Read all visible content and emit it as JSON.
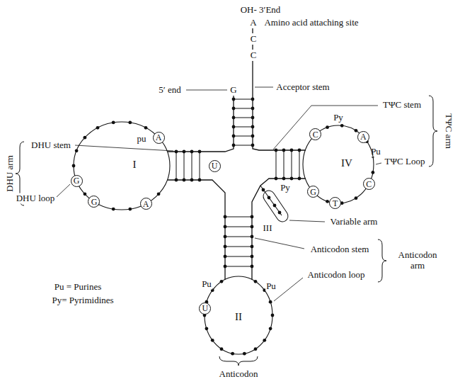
{
  "diagram": {
    "nodes": [
      {
        "text": [
          "I"
        ]
      },
      {
        "text": [
          "A"
        ],
        "in": 0
      },
      {
        "text": [
          "G"
        ],
        "in": 0
      },
      {
        "text": [
          "G"
        ],
        "in": 0
      },
      {
        "text": [
          "A"
        ],
        "in": 0
      },
      {
        "text": [
          "U"
        ]
      },
      {
        "text": [
          "IV"
        ]
      },
      {
        "text": [
          "C"
        ],
        "in": 6
      },
      {
        "text": [
          "A"
        ],
        "in": 6
      },
      {
        "text": [
          "C"
        ],
        "in": 6
      },
      {
        "text": [
          "T"
        ],
        "in": 6
      },
      {
        "text": [
          "G"
        ],
        "in": 6
      },
      {
        "text": [
          "II"
        ]
      },
      {
        "text": [
          "U"
        ],
        "in": 12
      }
    ],
    "labels": [
      "OH- 3′End",
      "A",
      "Amino acid attaching site",
      "C",
      "C",
      "G",
      "5′ end",
      "Acceptor stem",
      "DHU stem",
      "DHU arm",
      "DHU loop",
      "pu",
      "TΨC stem",
      "TΨC arm",
      "Py",
      "Pu",
      "TΨC Loop",
      "Py",
      "III",
      "Variable arm",
      "Pu = Purines",
      "Py= Pyrimidines",
      "Anticodon stem",
      "Anticodon arm",
      "Anticodon loop",
      "Pu",
      "Pu",
      "Anticodon"
    ]
  }
}
